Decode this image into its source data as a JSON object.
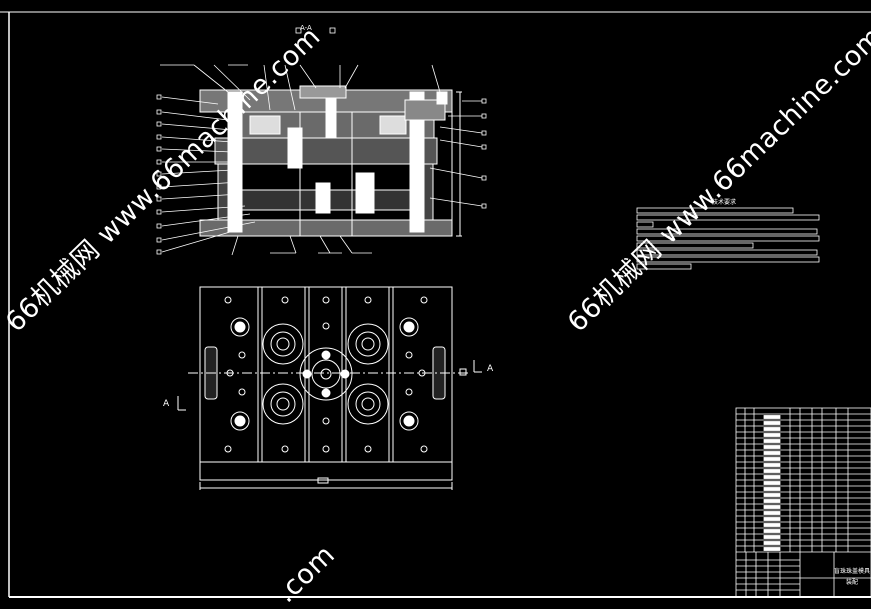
{
  "watermark": {
    "text": "66机械网 www.66machine.com",
    "partial_text": ".com"
  },
  "section_label": "A-A",
  "view_marker": "A",
  "tech_requirements_title": "技术要求",
  "title_block": {
    "name": "盲珠珠盖模具",
    "drawing_type": "装配"
  },
  "colors": {
    "background": "#000000",
    "line": "#ffffff",
    "watermark": "#ffffff"
  }
}
